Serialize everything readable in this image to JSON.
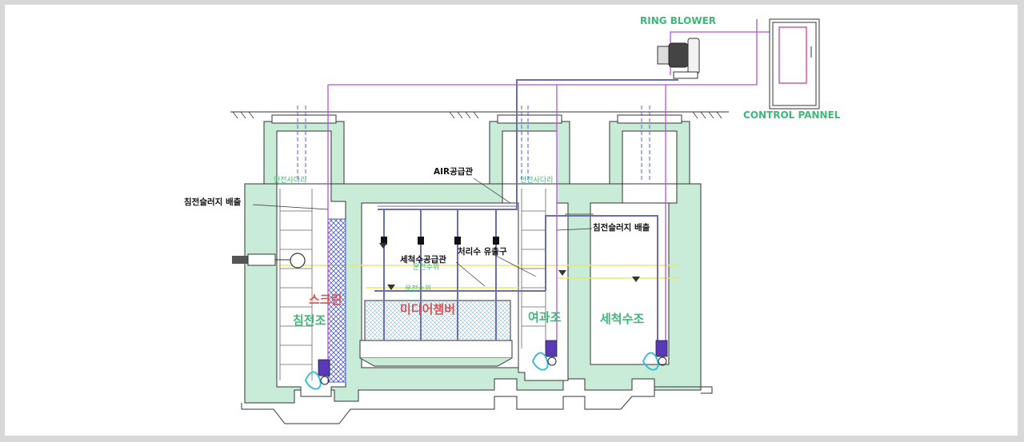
{
  "labels": {
    "ring_blower": "RING BLOWER",
    "control_pannel": "CONTROL PANNEL",
    "air_pipe": "AIR공급관",
    "sludge_left": "침전슬러지 배출",
    "sludge_right": "침전슬러지 배출",
    "ladder_left": "안전사다리",
    "ladder_right": "안전사다리",
    "wash_supply_pipe": "세척수공급관",
    "treated_outlet": "처리수 유출구",
    "operating_level_a": "운전수위",
    "operating_level_b": "운전수위",
    "screen": "스크린",
    "media_chamber": "미디어챔버",
    "settling_tank": "침전조",
    "filter_tank": "여과조",
    "wash_tank": "세척수조"
  },
  "colors": {
    "concrete": "#c8ecd8",
    "concrete_edge": "#333333",
    "electric_line": "#b455d6",
    "air_pipe": "#6a6fb4",
    "water_level": "#e8e870",
    "pump": "#5a39b8",
    "pump_water": "#38c0d8",
    "screen_hatch": "#4a5bd0",
    "label_green": "#3cb878",
    "label_red": "#d9534f"
  }
}
